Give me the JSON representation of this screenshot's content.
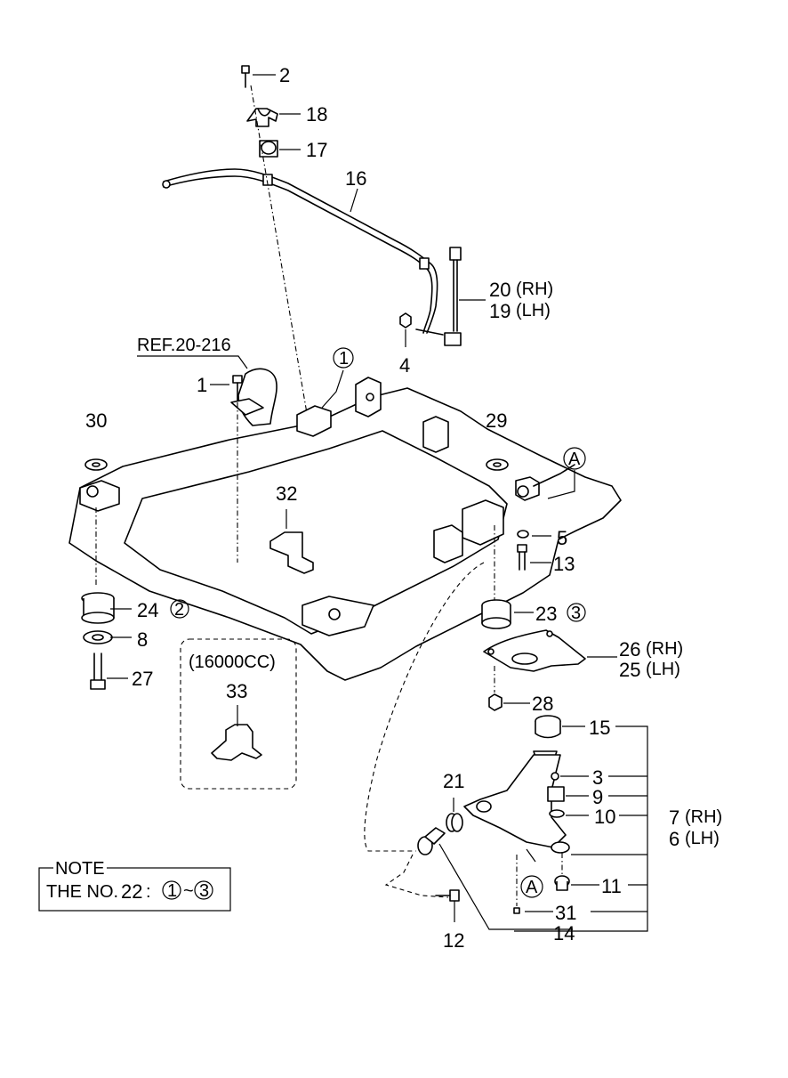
{
  "reference": "REF.20-216",
  "engine_variant": "(16000CC)",
  "note": {
    "title": "NOTE",
    "prefix": "THE NO.",
    "number": "22",
    "colon": ":",
    "from": "1",
    "tilde": "~",
    "to": "3"
  },
  "circled": {
    "crossmember": "1",
    "ref_a": "A",
    "ref_a_arm": "A",
    "bushing_24": "2",
    "bushing_23": "3"
  },
  "parts": {
    "p1": "1",
    "p2": "2",
    "p3": "3",
    "p4": "4",
    "p5": "5",
    "p6": "6",
    "p6_side": "(LH)",
    "p7": "7",
    "p7_side": "(RH)",
    "p8": "8",
    "p9": "9",
    "p10": "10",
    "p11": "11",
    "p12": "12",
    "p13": "13",
    "p14": "14",
    "p15": "15",
    "p16": "16",
    "p17": "17",
    "p18": "18",
    "p19": "19",
    "p19_side": "(LH)",
    "p20": "20",
    "p20_side": "(RH)",
    "p21": "21",
    "p23": "23",
    "p24": "24",
    "p25": "25",
    "p25_side": "(LH)",
    "p26": "26",
    "p26_side": "(RH)",
    "p27": "27",
    "p28": "28",
    "p29": "29",
    "p30": "30",
    "p31": "31",
    "p32": "32",
    "p33": "33"
  }
}
